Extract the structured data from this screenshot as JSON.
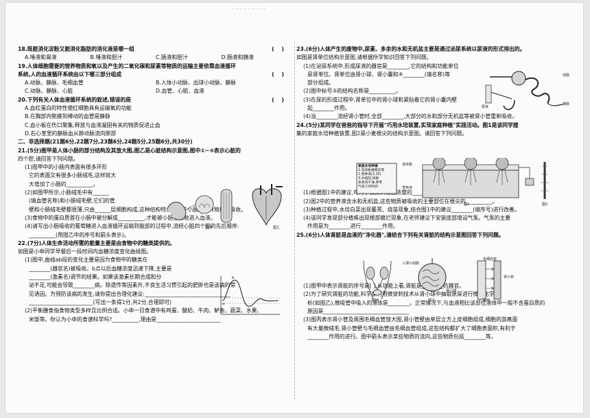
{
  "header": {
    "faint_top": "· · ·  · · ·  · · ·"
  },
  "left": {
    "q18": {
      "stem": "18.既能消化淀粉又能消化脂肪的消化液是哪一组",
      "paren": "(   )",
      "options": [
        "A.唾液和胃液",
        "B.唾液和胆汁",
        "C.肠液和胆汁",
        "D.肠液和胰液"
      ]
    },
    "q19": {
      "stem1": "19.人体细胞需要的营养物质和氧以及产生的二氧化碳和尿素等物质的运输主要依靠血液循环",
      "stem2": "系统,人的血液循环系统由以下哪三部分组成",
      "paren": "(   )",
      "optA": "A.动脉、静脉、毛细血管",
      "optB": "B.人体小动脉、出球小动脉、静脉",
      "optC": "C.动脉、静脉、心脏",
      "optD": "D.血管、心脏、血液"
    },
    "q20": {
      "stem": "20.下列有关人体血液循环系统的叙述,错误的是",
      "paren": "(   )",
      "options": [
        "A.血红蛋白的特性使红细胞具有运输氧的功能",
        "B.在胸部内侧摸到搏动的血管是静脉",
        "C.血小板在伤口聚集,释放与血液凝固有关的物质促进止血",
        "D.右心室里的静脉血从肺动脉流向肺部"
      ]
    },
    "section2": "二、非选择题(21题6分,22题7分,23题6分,24题5分,25题6分,共30分)",
    "q21": {
      "l1": "21.(5分)图甲是人体小肠的部分结构及其放大图,图乙是心脏结构示意图,图中①~④表示心脏的",
      "l2": "四个腔,请回答下列问题。",
      "l3": "(1)图甲中的小肠内表面有很多环形",
      "l4": "它的表面又有很多小肠绒毛,这样就大",
      "l5": "大增加了小肠的__________。",
      "l6": "(2)如图甲所示,小肠绒毛中有______",
      "l7": "(填血管名称)和小肠绒毛壁,它们的管",
      "l8": "壁和小肠绒毛壁都很薄,只由______层细胞构成,这种结构特点有利于小肠对营养物质的吸收。",
      "l9": "(3)食物中的蛋白质首在小肠中被分解成__________,才能被小肠壁吸收进入血液。",
      "l10": "(4)请写出小肠吸收的葡萄糖进入血液循环运输到脑部的过程中,流经心脏四个腔的先后顺序:",
      "l11": "__________(用图乙中的序号和箭头表示)。",
      "fig_a": "图甲",
      "fig_b": "图乙"
    },
    "q22": {
      "l1": "22.(7分)人体生命活动所需的能量主要是由食物中的糖类提供的。",
      "l2": "如图是小申同学早餐后一段时间内血糖浓度变化曲线图。",
      "l3": "(1)图中,曲线ab段的变化主要是因为食物中的糖类在",
      "l4": "________(器官名)被吸收。b点以后血糖浓度迅速下降,主要是",
      "l5": "________(激素名)调节的结果。如果该激素长期合成和分",
      "l6": "泌不足,可能会导致________病。除遗传等因素外,不良生活习惯引起的肥胖也是该病的常",
      "l7": "见诱因。为预防该病的发生,请你提出合理化建议:________________________________",
      "l8": "________________________(写出一条得1分,共2分,合理即可)",
      "l9": "(2)平衡膳食指食物类型多样且比例合适。小申一日食谱中有鸡蛋、酸奶、牛肉、鲈鱼、蔬菜、水果、",
      "l10": "米饭等。你认为小申的食谱科学吗?__________,理由是________________________"
    }
  },
  "right": {
    "q23": {
      "l1": "23.(6分)人体产生的废物中,尿素、多余的水和无机盐主要是通过泌尿系统以尿液的形式排出的。",
      "l2": "如图是肾单位结构示意图,请根据所学知识回答下列问题。",
      "l3": "(1)在泌尿系统中,形成尿液的器官是________,它的结构和功能单位",
      "l4": "是肾单位。肾单位由肾小球、肾小囊和④________(填名称)等",
      "l5": "部分组成。",
      "l6": "(2)图中标号③的结构名称是__________。",
      "l7": "(3)在尿的形成过程中,肾单位中的肾小球和紧贴着它的肾小囊内壁",
      "l8": "起________作用。",
      "l9": "(4)当________流经肾小管时,全部________,大部分的水和部分无机盐等被肾小管重新吸收。",
      "label_a": "动脉",
      "label_b": "尿液",
      "label_c": "静脉"
    },
    "q24": {
      "l1": "24.(5分)某同学在爸爸的指导下开展\"巧用水培装置,实现家庭种植\"实践活动。图1是该同学搜",
      "l2": "集的家庭水培种植装置,图2是小麦根尖的结构示意图。请回答下列问题。",
      "box": [
        "家庭水培种植",
        "1.泡沫板植物支架",
        "2.营养液(1:25)",
        "3.水培前,将根",
        "系清洗干净,参考",
        "气泵工作时间"
      ],
      "label_foam": "泡沫板",
      "label_nutrient": "营养液",
      "fig1": "图1",
      "fig2": "图2",
      "l3": "(1)根据图1中的建议,可为小麦提供适宜浓度的__________,促进白菜的________作用。",
      "l4": "(2)图2中的营养液含水和无机盐,这些物质被吸收的主要部位在根尖的__________。",
      "l5": "(3)种植过程中,水培白菜出现萎蔫、烧苗现象,结合图1中的建议________(填序号)进行改善。",
      "l6": "(4)该同学发现部分植株出现根部腐烂现象,在老师建议下安装底部增设气泵。气泵的主要",
      "l7": "作用是为________进行________作用。"
    },
    "q25": {
      "l1": "25.(6分)人体肾脏是血液的\"净化器\",请结合下列有关肾脏的结构示意图回答下列问题。",
      "lbl_artery": "入球小动脉",
      "lbl_capillary": "毛细血管",
      "lbl_tubule": "肾小管",
      "lbl_glom": "肾小球",
      "figA": "图甲",
      "figB": "图乙",
      "figC": "图丙",
      "l2": "(1)图甲中表示肾脏的序号是[   ],从功能上看,肾脏是________的器官。",
      "l3": "(2)为了研究肾脏的功能,科学家利用微穿刺技术从肾小球中抽取原尿进行微量化学分",
      "l4": "析(如图乙),微吸管中吸入的液体是________。正常情况下,与血液相比该部位液体中一般不含蛋白质的",
      "l5": "原因是________________________________",
      "l6": "(3)图丙表示肾小管及周围毛细血管放大图,肾小管壁由单层立方上皮细胞组成,细胞的游离面",
      "l7": "有大量微绒毛,肾小管壁与毛细血管由毛细血管组成,这些结构都扩大了细胞表面积,有利于",
      "l8": "________作用的进行。图中箭头表示某些物质的流向,这些物质包括________等。"
    }
  }
}
